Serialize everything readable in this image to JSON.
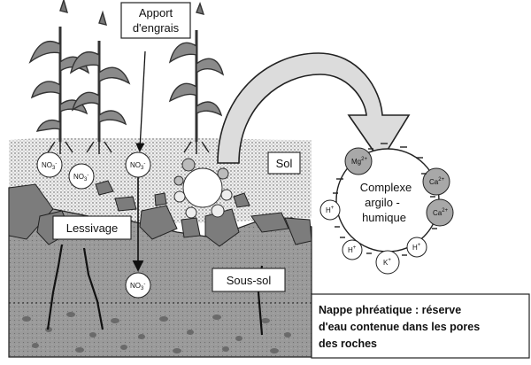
{
  "labels": {
    "apport_line1": "Apport",
    "apport_line2": "d'engrais",
    "sol": "Sol",
    "lessivage": "Lessivage",
    "sous_sol": "Sous-sol",
    "nappe_line1": "Nappe phréatique : réserve",
    "nappe_line2": "d'eau contenue dans les pores",
    "nappe_line3": "des roches"
  },
  "complexe": {
    "line1": "Complexe",
    "line2": "argilo -",
    "line3": "humique"
  },
  "nitrate": {
    "base": "NO",
    "sub": "3",
    "sup": "-"
  },
  "cations": {
    "mg": {
      "base": "Mg",
      "sup": "2+"
    },
    "ca": {
      "base": "Ca",
      "sup": "2+"
    },
    "h": {
      "base": "H",
      "sup": "+"
    },
    "k": {
      "base": "K",
      "sup": "+"
    }
  },
  "colors": {
    "soil_dots": "#d8d8d8",
    "subsoil": "#9a9a9a",
    "rock": "#7c7c7c",
    "arrow_fill": "#dcdcdc",
    "ion_gray": "#a8a8a8"
  }
}
